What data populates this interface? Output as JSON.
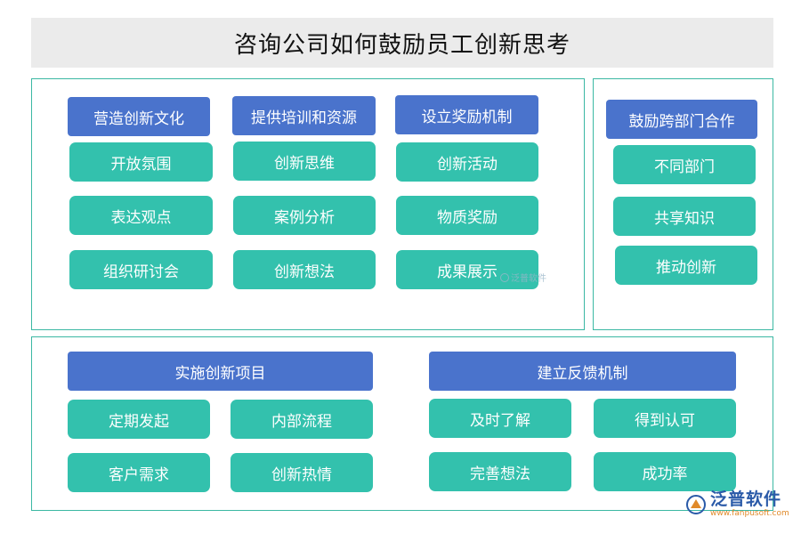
{
  "title": "咨询公司如何鼓励员工创新思考",
  "colors": {
    "header_box": "#4a73cc",
    "item_box": "#33c1ad",
    "panel_border": "#3bb8a3",
    "title_bg": "#ebebeb"
  },
  "top_left": {
    "groups": [
      {
        "heading": "营造创新文化",
        "items": [
          "开放氛围",
          "表达观点",
          "组织研讨会"
        ]
      },
      {
        "heading": "提供培训和资源",
        "items": [
          "创新思维",
          "案例分析",
          "创新想法"
        ]
      },
      {
        "heading": "设立奖励机制",
        "items": [
          "创新活动",
          "物质奖励",
          "成果展示"
        ]
      }
    ]
  },
  "top_right": {
    "heading": "鼓励跨部门合作",
    "items": [
      "不同部门",
      "共享知识",
      "推动创新"
    ]
  },
  "bottom": {
    "groups": [
      {
        "heading": "实施创新项目",
        "items": [
          "定期发起",
          "内部流程",
          "客户需求",
          "创新热情"
        ]
      },
      {
        "heading": "建立反馈机制",
        "items": [
          "及时了解",
          "得到认可",
          "完善想法",
          "成功率"
        ]
      }
    ]
  },
  "watermark": {
    "small_text": "泛普软件",
    "logo_name": "泛普软件",
    "logo_url": "www.fanpusoft.com"
  }
}
